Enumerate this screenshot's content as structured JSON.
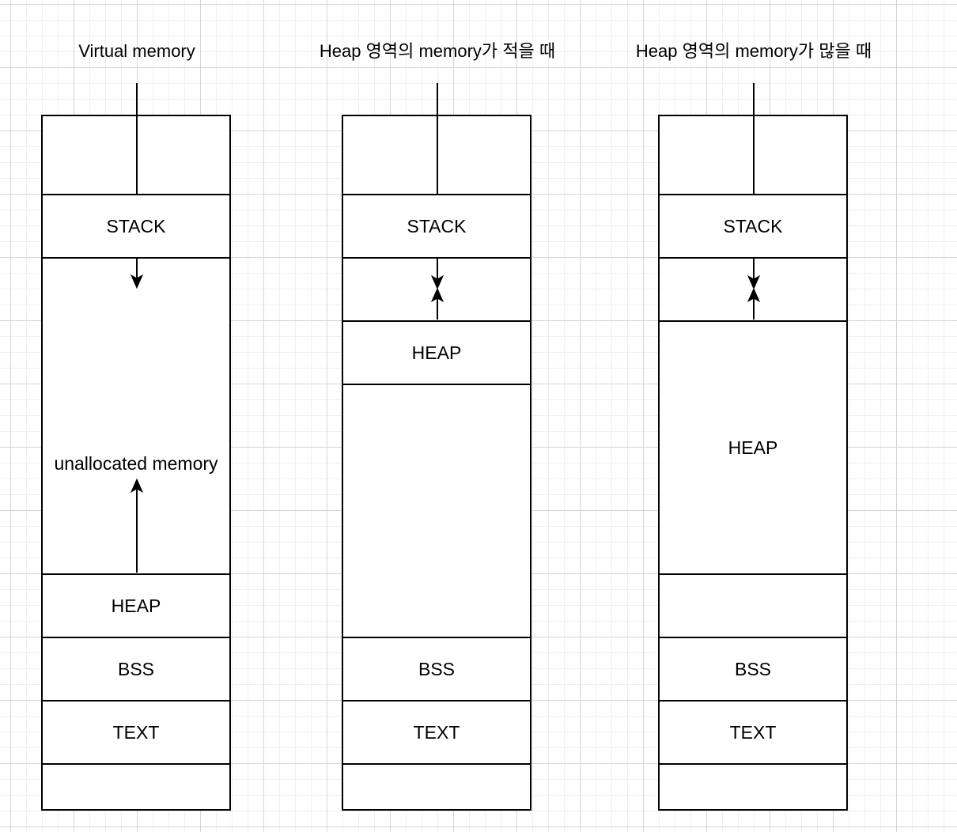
{
  "titles": {
    "virtual_memory": "Virtual memory",
    "heap_small": "Heap 영역의 memory가 적을 때",
    "heap_large": "Heap 영역의 memory가 많을 때"
  },
  "col1": {
    "stack": "STACK",
    "unallocated": "unallocated memory",
    "heap": "HEAP",
    "bss": "BSS",
    "text": "TEXT"
  },
  "col2": {
    "stack": "STACK",
    "heap": "HEAP",
    "bss": "BSS",
    "text": "TEXT"
  },
  "col3": {
    "stack": "STACK",
    "heap": "HEAP",
    "bss": "BSS",
    "text": "TEXT"
  },
  "colors": {
    "stroke": "#000000",
    "grid": "#d6d6d6",
    "background": "#ffffff"
  }
}
